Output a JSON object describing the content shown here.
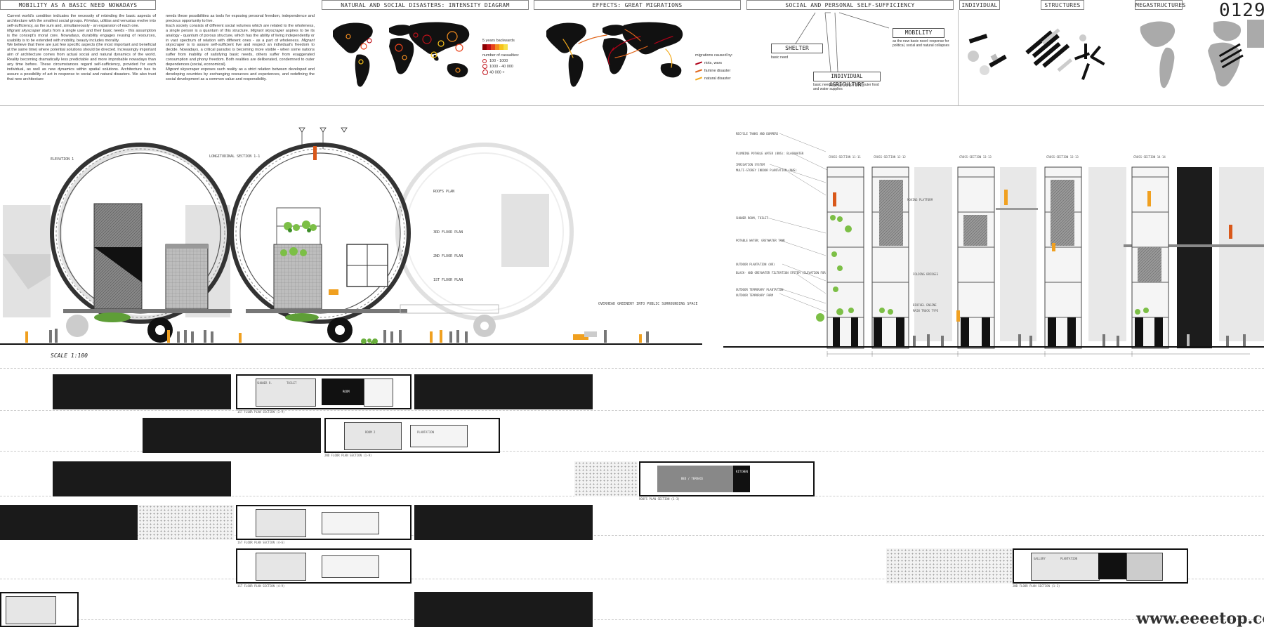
{
  "headers": {
    "mobility": "MOBILITY AS A BASIC NEED NOWADAYS",
    "disasters": "NATURAL AND SOCIAL DISASTERS: INTENSITY DIAGRAM",
    "migrations": "EFFECTS: GREAT MIGRATIONS",
    "self_sufficiency": "SOCIAL AND PERSONAL SELF-SUFFICIENCY",
    "individual": "INDIVIDUAL",
    "structures": "STRUCTURES",
    "megastructures": "MEGASTRUCTURES"
  },
  "entry_number": "0129",
  "text": {
    "col1_p1_a": "Current world's condition indicates the necessity of rebinding the basic aspects of architecture with the smallest social groups. ",
    "col1_p1_em": "Firmitas, utilitas",
    "col1_p1_b": " and venustas evolve into self-sufficiency, as the sum and, simultaneously - an expansion of each one.",
    "col1_p2_em": "Migrant skyscraper",
    "col1_p2_b": " starts from a single user and their basic needs - this assumption is the concept's moral core. Nowadays, durability engages reusing of resources, usability is to be extended with mobility, beauty includes morality.",
    "col1_p3": "We believe that there are just few specific aspects (the most important and beneficial at the same time) where potential solutions should be directed. Increasingly important aim of architecture comes from actual social and natural dynamics of the world. Reality becoming dramatically less predictable and more improbable nowadays than any time before. These circumstances regard self-sufficiency, provided for each individual, as well as new dynamics within spatial solutions. Architecture has to assure a possibility of act in response to social and natural disasters. We also trust that new architecture",
    "col2_p1": "needs these possibilities as tools for exposing personal freedom, independence and precious opportunity to live.",
    "col2_p2_a": "Each society consists of different social volumes which are related to the wholeness, a single person is a quantum of this structure. ",
    "col2_p2_em": "Migrant skyscraper",
    "col2_p2_b": " aspires to be its analogy - quantum of porous structure, which has the ability of living independently or in vast spectrum of relation with different ones - as a part of wholeness. ",
    "col2_p2_em2": "Migrant",
    "col2_p2_c": " skyscraper is to assure self-sufficient live and respect an individual's freedom to decide. Nowadays, a critical paradox is becoming more visible - when some nations suffer from inability of satisfying basic needs, others suffer from exaggerated consumption and phony freedom. Both realities are deliberated, condemned to outer dependences (social, economical).",
    "col2_p3_em": "Migrant",
    "col2_p3_b": " skyscraper exposes such reality as a strict relation between developed and developing countries by exchanging resources and experiences, and redefining the social development as a common value and responsibility."
  },
  "disasters_legend": {
    "years": "5 years backwards",
    "casualties_title": "number of casualties:",
    "items": [
      "100 - 1000",
      "1000 - 40 000",
      "40 000 +"
    ],
    "scale_colors": [
      "#8b0000",
      "#c0121a",
      "#e8431c",
      "#f28c1e",
      "#f7c21a",
      "#f5e04a"
    ]
  },
  "migrations_legend": {
    "title": "migrations caused by:",
    "items": [
      {
        "label": "riots, wars",
        "color": "#b00018"
      },
      {
        "label": "famine disaster",
        "color": "#e0651a"
      },
      {
        "label": "natural disaster",
        "color": "#f2a91a"
      }
    ]
  },
  "self_sufficiency": {
    "shelter": "SHELTER",
    "shelter_note": "basic need",
    "mobility": "MOBILITY",
    "mobility_note": "as the new basic need: response for political, social and natural collapses",
    "agriculture": "INDIVIDUAL AGRICULTURE",
    "agriculture_note": "basic need: independence from outer food and water supplies"
  },
  "drawing": {
    "scale": "SCALE 1:100",
    "elevation_label": "ELEVATION 1",
    "longitudinal_label": "LONGITUDINAL SECTION 1-1",
    "overhead_note": "OVERHEAD GREENERY INTO PUBLIC SURROUNDING SPACE",
    "floor_labels": [
      "ROOFS PLAN",
      "3RD FLOOR PLAN",
      "2ND FLOOR PLAN",
      "1ST FLOOR PLAN"
    ],
    "cross_sections": [
      "CROSS-SECTION 11-11",
      "CROSS-SECTION 12-12",
      "CROSS-SECTION 13-13",
      "CROSS-SECTION 13-13",
      "CROSS-SECTION 14-14"
    ],
    "annotations": [
      "RECYCLE TANKS AND DUMPERS",
      "PLUMBING POTABLE WATER (BNS): BLACKWATER",
      "IRRIGATION SYSTEM",
      "MULTI-STOREY INDOOR PLANTATION (NHS)",
      "SHOWER ROOM, TOILET",
      "POTABLE WATER; GREYWATER TANK",
      "OUTDOOR PLANTATION (NR)",
      "BLACK- AND GREYWATER FILTRATION SYSTEM (ELEVATION FOR BALLASTING)",
      "OUTDOOR TEMPORARY PLANTATION",
      "OUTDOOR TEMPORARY FARM"
    ],
    "tower_notes": [
      "MOVING PLATFORM",
      "FOLDING BRIDGES",
      "BIOFUEL ENGINE",
      "MAIN TRUCK TYPE"
    ],
    "plan_captions": [
      "1ST FLOOR PLAN SECTION (1-9)",
      "2ND FLOOR PLAN SECTION (1-9)",
      "ROOFS PLAN SECTION (1-3)",
      "1ST FLOOR PLAN SECTION (4-6)",
      "1ST FLOOR PLAN SECTION (4-9)",
      "2ND FLOOR PLAN SECTION (1-3)"
    ],
    "room_labels": [
      "SHOWER R.",
      "TOILET",
      "ROOM",
      "ROOM 2",
      "PLANTATION",
      "BED / TERRACE",
      "KITCHEN",
      "GALLERY",
      "PLANTATION"
    ]
  },
  "watermark": "www.eeeetop.com"
}
